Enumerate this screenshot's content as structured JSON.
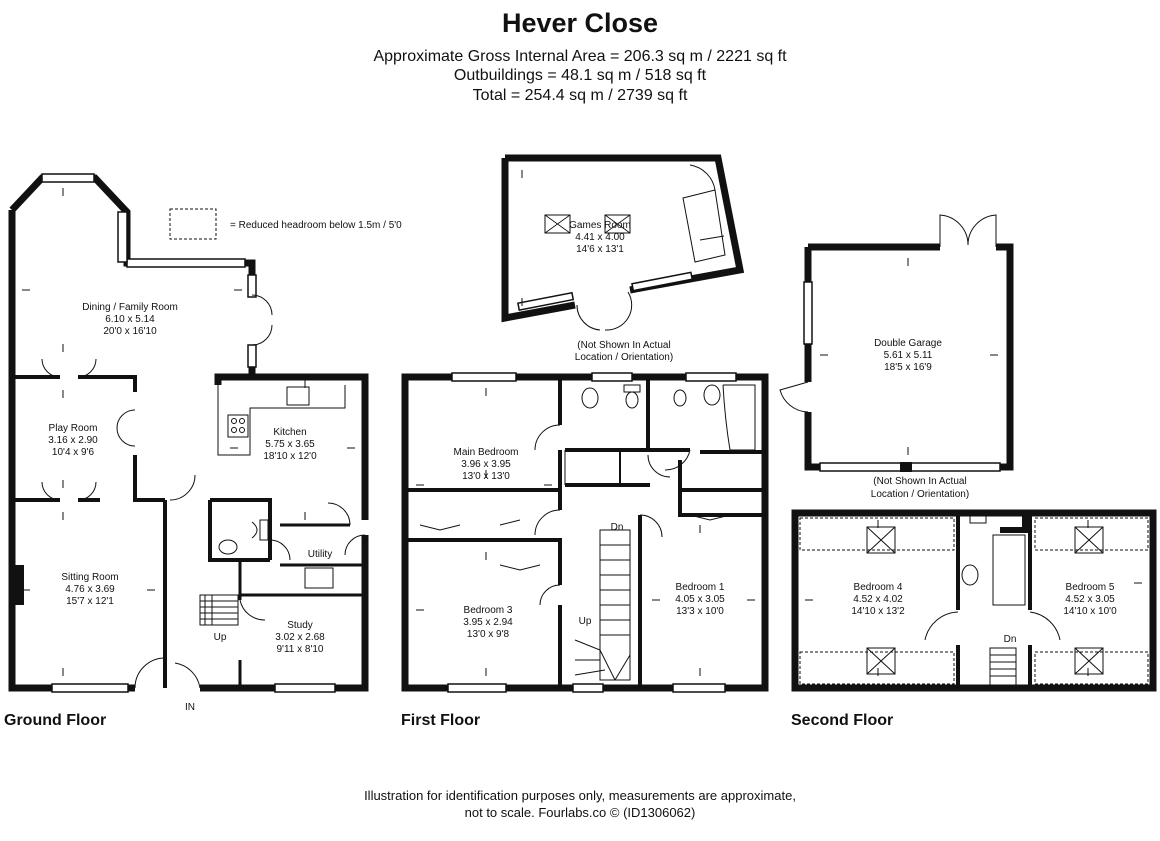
{
  "title": "Hever Close",
  "areas": [
    "Approximate Gross Internal Area = 206.3 sq m / 2221 sq ft",
    "Outbuildings = 48.1 sq m / 518 sq ft",
    "Total = 254.4 sq m / 2739 sq ft"
  ],
  "legend": "= Reduced headroom below 1.5m / 5'0",
  "floors": {
    "ground": "Ground Floor",
    "first": "First Floor",
    "second": "Second Floor"
  },
  "rooms": {
    "dining": [
      "Dining / Family Room",
      "6.10 x 5.14",
      "20'0 x 16'10"
    ],
    "play": [
      "Play Room",
      "3.16 x 2.90",
      "10'4 x 9'6"
    ],
    "kitchen": [
      "Kitchen",
      "5.75 x 3.65",
      "18'10 x 12'0"
    ],
    "sitting": [
      "Sitting Room",
      "4.76 x 3.69",
      "15'7 x 12'1"
    ],
    "study": [
      "Study",
      "3.02 x 2.68",
      "9'11 x 8'10"
    ],
    "utility": "Utility",
    "games": [
      "Games Room",
      "4.41 x 4.00",
      "14'6 x 13'1"
    ],
    "garage": [
      "Double Garage",
      "5.61 x 5.11",
      "18'5 x 16'9"
    ],
    "mainbed": [
      "Main Bedroom",
      "3.96 x 3.95",
      "13'0 x 13'0"
    ],
    "bed1": [
      "Bedroom 1",
      "4.05 x 3.05",
      "13'3 x 10'0"
    ],
    "bed3": [
      "Bedroom 3",
      "3.95 x 2.94",
      "13'0 x 9'8"
    ],
    "bed4": [
      "Bedroom 4",
      "4.52 x 4.02",
      "14'10 x 13'2"
    ],
    "bed5": [
      "Bedroom 5",
      "4.52 x 3.05",
      "14'10 x 10'0"
    ]
  },
  "notes": {
    "games": [
      "(Not Shown In Actual",
      "Location / Orientation)"
    ],
    "garage": [
      "(Not Shown In Actual",
      "Location / Orientation)"
    ]
  },
  "labels": {
    "up": "Up",
    "dn": "Dn",
    "in": "IN"
  },
  "footer": [
    "Illustration for identification purposes only, measurements are approximate,",
    "not to scale. Fourlabs.co © (ID1306062)"
  ]
}
